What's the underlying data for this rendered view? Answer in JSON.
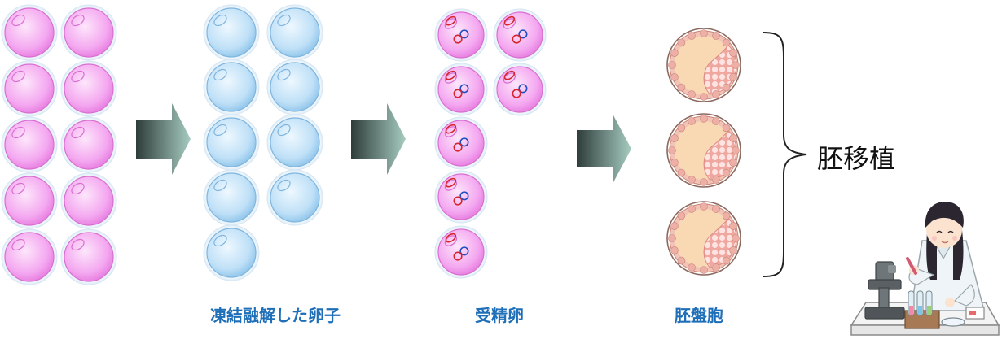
{
  "stages": {
    "thawed_label": "凍結融解した卵子",
    "fertilized_label": "受精卵",
    "blastocyst_label": "胚盤胞"
  },
  "transfer_label": "胚移植",
  "colors": {
    "oocyte": "#f4a8f0",
    "thawed_oocyte": "#bfe0f7",
    "fertilized_egg": "#f4a8f0",
    "blastocyst": "#f2c4b6",
    "caption": "#1f6fb8",
    "arrow_dark": "#2f3d3a",
    "arrow_light": "#a6ccc0"
  },
  "icons": [
    "oocyte-icon",
    "thawed-oocyte-icon",
    "fertilized-egg-icon",
    "blastocyst-icon",
    "arrow-icon",
    "bracket-icon",
    "lab-technician-illustration"
  ]
}
